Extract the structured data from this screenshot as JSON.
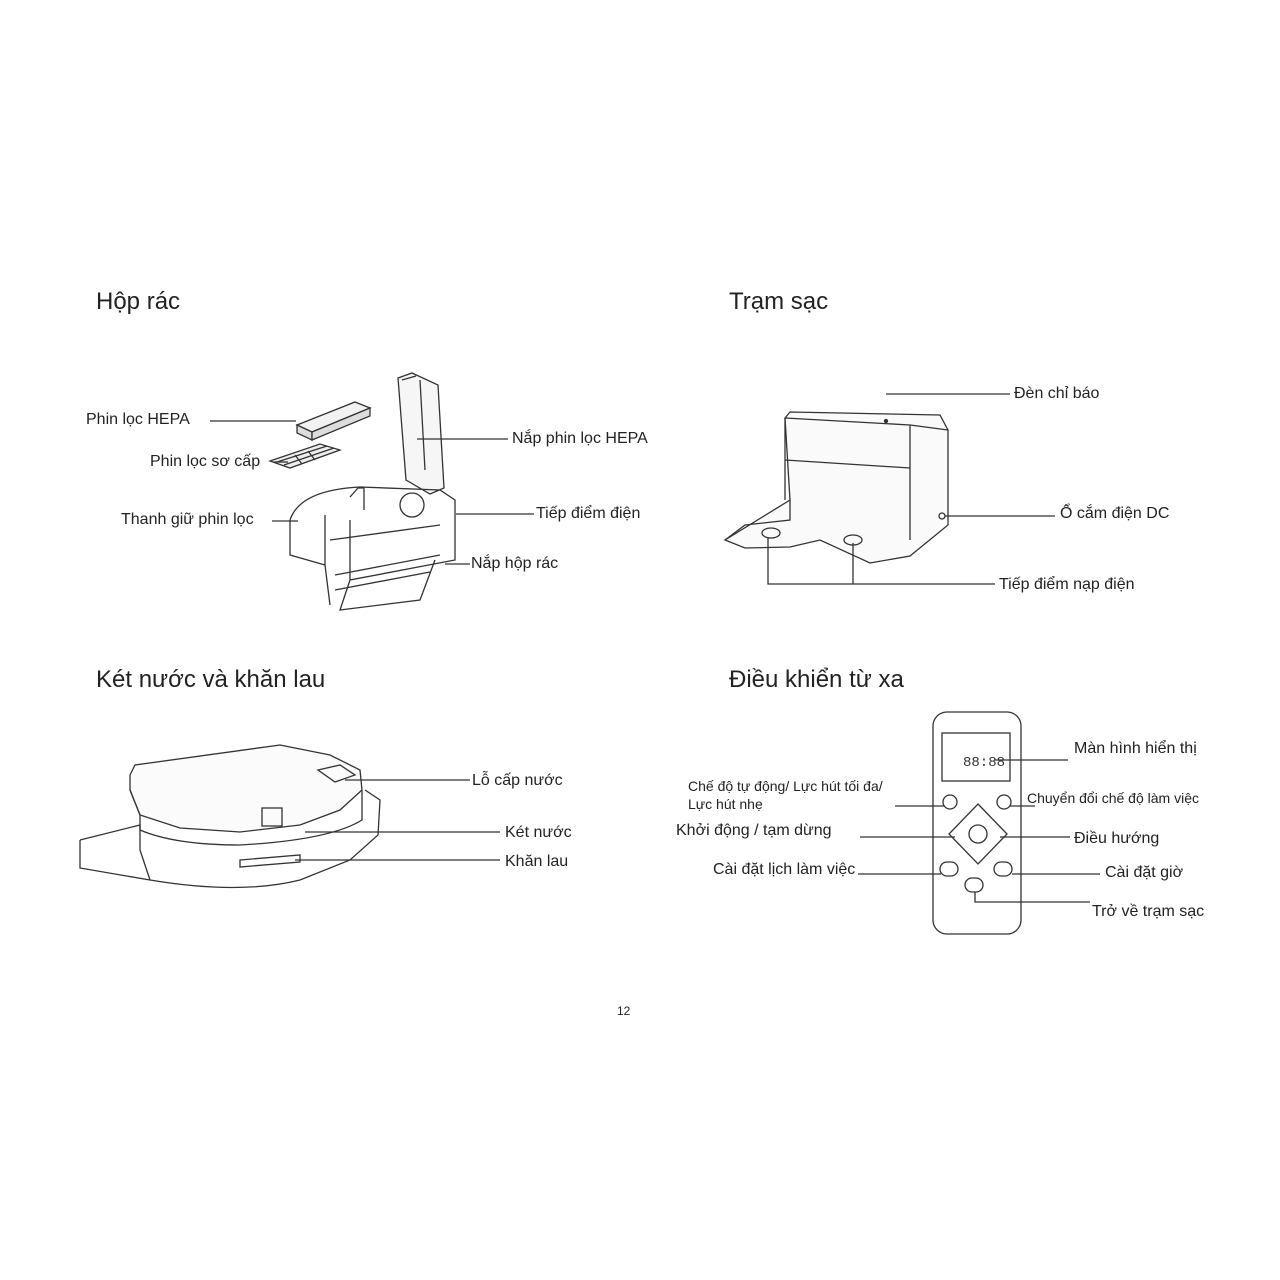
{
  "sections": {
    "dustbin": {
      "title": "Hộp rác",
      "labels": {
        "hepa_filter": "Phin lọc HEPA",
        "primary_filter": "Phin lọc sơ cấp",
        "filter_holder": "Thanh giữ phin lọc",
        "hepa_cover": "Nắp phin lọc HEPA",
        "electric_contact": "Tiếp điểm điện",
        "bin_cover": "Nắp hộp rác"
      }
    },
    "charging_station": {
      "title": "Trạm sạc",
      "labels": {
        "indicator": "Đèn chỉ báo",
        "dc_socket": "Ổ cắm điện DC",
        "charging_contacts": "Tiếp điểm nạp điện"
      }
    },
    "water_tank": {
      "title": "Két nước và khăn lau",
      "labels": {
        "fill_hole": "Lỗ cấp nước",
        "tank": "Két nước",
        "mop": "Khăn lau"
      }
    },
    "remote": {
      "title": "Điều khiển từ xa",
      "display_digits": "88:88",
      "labels": {
        "display": "Màn hình hiển thị",
        "mode_line1": "Chế độ tự động/ Lực hút tối đa/",
        "mode_line2": "Lực hút nhẹ",
        "switch_mode": "Chuyển đổi chế độ làm việc",
        "start_pause": "Khởi động / tạm dừng",
        "navigation": "Điều hướng",
        "schedule": "Cài đặt lịch làm việc",
        "clock": "Cài đặt giờ",
        "return_dock": "Trở về trạm sạc"
      }
    }
  },
  "page_number": "12"
}
